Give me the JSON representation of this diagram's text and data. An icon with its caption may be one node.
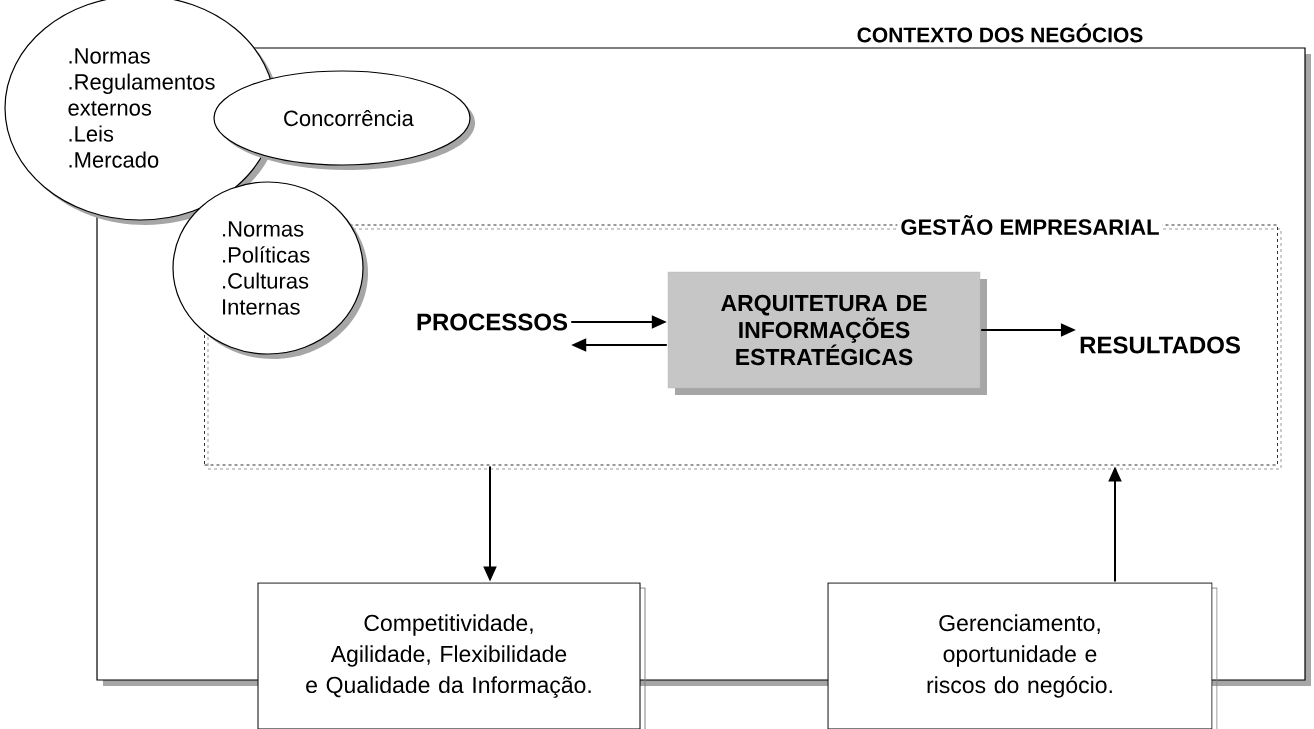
{
  "diagram": {
    "nodes": [
      {
        "text": [
          "CONTEXTO DOS NEGÓCIOS"
        ]
      },
      {
        "text": [
          ".Normas",
          ".Regulamentos externos",
          ".Leis",
          ".Mercado"
        ]
      },
      {
        "text": [
          "Concorrência"
        ],
        "in": 0
      },
      {
        "text": [
          "GESTÃO EMPRESARIAL"
        ],
        "in": 0
      },
      {
        "text": [
          ".Normas",
          ".Políticas",
          ".Culturas Internas"
        ],
        "in": 0
      },
      {
        "text": [
          "PROCESSOS"
        ],
        "in": 3
      },
      {
        "text": [
          "ARQUITETURA DE INFORMAÇÕES ESTRATÉGICAS"
        ],
        "in": 3
      },
      {
        "text": [
          "RESULTADOS"
        ],
        "in": 3
      },
      {
        "text": [
          "Competitividade, Agilidade, Flexibilidade e Qualidade da Informação."
        ]
      },
      {
        "text": [
          "Gerenciamento, oportunidade e riscos do negócio."
        ]
      }
    ],
    "edges": [
      {
        "from": 5,
        "to": 6,
        "arrow": "to"
      },
      {
        "from": 6,
        "to": 5,
        "arrow": "to"
      },
      {
        "from": 6,
        "to": 7,
        "arrow": "to"
      },
      {
        "from": 3,
        "to": 8,
        "arrow": "to"
      },
      {
        "from": 9,
        "to": 3,
        "arrow": "to"
      }
    ]
  }
}
